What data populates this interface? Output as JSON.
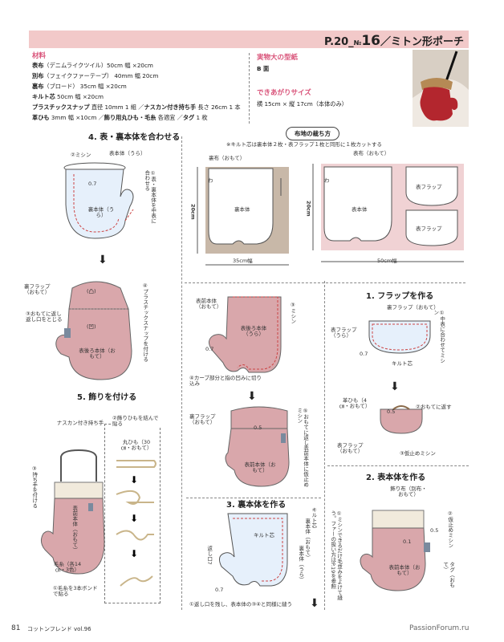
{
  "header": {
    "page_ref": "P.20_",
    "no_label": "№",
    "number": "16",
    "title": "／ミトン形ポーチ"
  },
  "materials": {
    "heading": "材料",
    "lines": [
      {
        "label": "表布",
        "text": "（デニムライクツイル）50cm 幅 ×20cm"
      },
      {
        "label": "別布",
        "text": "（フェイクファーテープ） 40mm 幅 20cm"
      },
      {
        "label": "裏布",
        "text": "（ブロード） 35cm 幅 ×20cm"
      },
      {
        "label": "キルト芯",
        "text": " 50cm 幅 ×20cm"
      },
      {
        "label": "プラスチックスナップ",
        "text": " 直径 10mm 1 組 ／",
        "label2": "ナスカン付き持ち手",
        "text2": " 長さ 26cm 1 本"
      },
      {
        "label": "革ひも",
        "text": " 3mm 幅 ×10cm ／",
        "label2": "飾り用丸ひも・毛糸",
        "text2": " 各適宜 ／",
        "label3": "タグ",
        "text3": " 1 枚"
      }
    ]
  },
  "pattern_info": {
    "heading": "実物大の型紙",
    "value": "B 面",
    "size_heading": "できあがりサイズ",
    "size_value": "横 15cm × 縦 17cm（本体のみ）"
  },
  "step4": {
    "heading": "4. 表・裏本体を合わせる",
    "labels": {
      "mishin": "②ミシン",
      "omote_body": "表本体（うら）",
      "align_note": "①表・裏本体を中表に合わせる",
      "val_07": "0.7",
      "ura_body": "裏本体（うら）",
      "ura_flap": "裏フラップ（おもて）",
      "return_note": "③おもてに返し返し口をとじる",
      "snap_note": "④プラスチックスナップを付ける",
      "snap_convex": "(凸)",
      "snap_concave": "(凹)",
      "front_back_body": "表後ろ本体（おもて）"
    }
  },
  "step5": {
    "heading": "5. 飾りを付ける",
    "labels": {
      "nasukan": "ナスカン付き持ち手",
      "attach_handle": "③持ち手を付ける",
      "front_body": "表前本体（おもて）",
      "yarn": "毛糸（各14㎝・3色）",
      "bond_note": "①毛糸を3本ボンドで貼る",
      "decor_note": "②飾りひもを結んで貼る",
      "round_cord": "丸ひも（30㎝・おもて）"
    }
  },
  "cutting": {
    "heading": "布地の裁ち方",
    "note": "※キルト芯は裏本体２枚・表フラップ１枚と同形に１枚カットする",
    "left": {
      "fabric": "裏布（おもて）",
      "wa": "わ",
      "piece": "裏本体",
      "height": "20cm",
      "width": "35cm幅"
    },
    "right": {
      "fabric": "表布（おもて）",
      "wa": "わ",
      "piece": "表本体",
      "flap1": "表フラップ",
      "flap2": "表フラップ",
      "height": "20cm",
      "width": "50cm幅"
    }
  },
  "center": {
    "labels": {
      "front_body_ura": "表前本体（おもて）",
      "mishin3": "③ミシン",
      "back_body": "表後ろ本体（うら）",
      "val_07": "0.7",
      "curve_note": "④カーブ部分と指の凹みに切り込み",
      "ura_flap": "裏フラップ（おもて）",
      "val_05": "0.5",
      "return_stitch": "⑤おもてに返し表前本体に仮止めミシン",
      "front_body": "表前本体（おもて）"
    },
    "step3": {
      "heading": "3. 裏本体を作る",
      "quilt": "キルト芯",
      "quilt2": "キルト芯",
      "ura_body": "裏本体（おもて）",
      "ura_body2": "裏本体（うら）",
      "return_opening": "返し口7",
      "val_07": "0.7",
      "footnote": "①返し口を残し、表本体の③④と同様に縫う"
    }
  },
  "step1": {
    "heading": "1. フラップを作る",
    "ura_flap": "裏フラップ（おもて）",
    "omote_flap": "表フラップ（うら）",
    "align": "①中表に合わせてミシン",
    "val_07": "0.7",
    "quilt": "キルト芯",
    "leather": "革ひも（4㎝・おもて）",
    "val_05": "0.5",
    "return": "②おもてに返す",
    "flap_omote": "表フラップ（おもて）",
    "tack": "③仮止めミシン"
  },
  "step2": {
    "heading": "2. 表本体を作る",
    "decor_cloth": "飾り布（別布・おもて）",
    "mishin_note": "①ミシンできるだけ毛並みをよけて縫う。ファーの扱い方はP.19を参照",
    "tack": "②仮止めミシン",
    "val_05": "0.5",
    "val_01": "0.1",
    "tag": "タグ（おもて）",
    "front_body": "表前本体（おもて）"
  },
  "footer": {
    "page": "81",
    "magazine": "コットンフレンド",
    "vol": "vol.96",
    "watermark": "PassionForum.ru"
  },
  "colors": {
    "pink_header": "#f2c9c9",
    "body_pink": "#d9a7ab",
    "lining_blue": "#e6f0fb",
    "fabric_tan": "#c8b8a8",
    "fabric_pink": "#f0d2d4",
    "accent_text": "#d9547a"
  }
}
